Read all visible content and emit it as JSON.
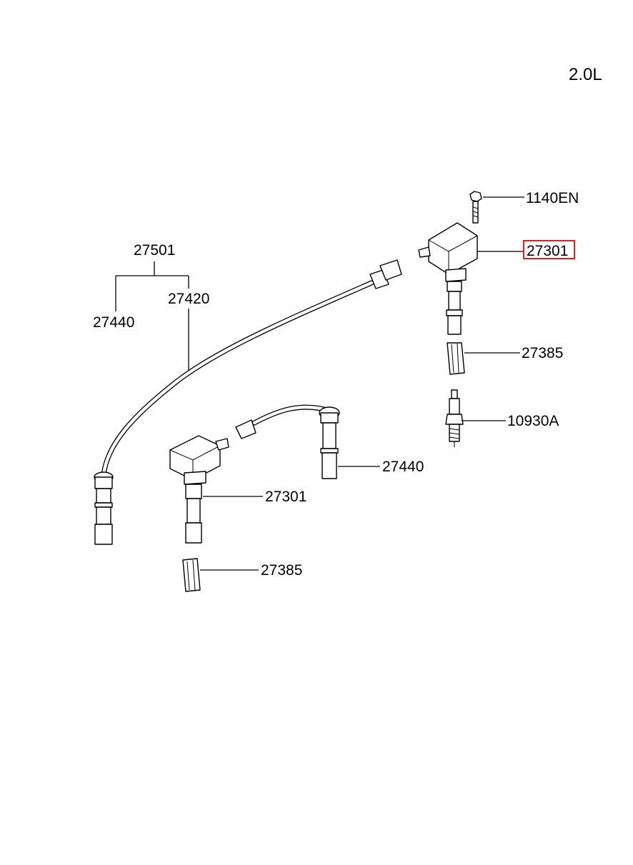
{
  "diagram": {
    "engine_label": "2.0L",
    "labels": {
      "bolt": "1140EN",
      "coil_right": "27301",
      "cable_set": "27501",
      "cable_short_left": "27440",
      "cable_long": "27420",
      "boot_right": "27385",
      "spark_plug": "10930A",
      "cable_short": "27440",
      "coil_left": "27301",
      "boot_left": "27385"
    },
    "highlight_color": "#e02020"
  }
}
